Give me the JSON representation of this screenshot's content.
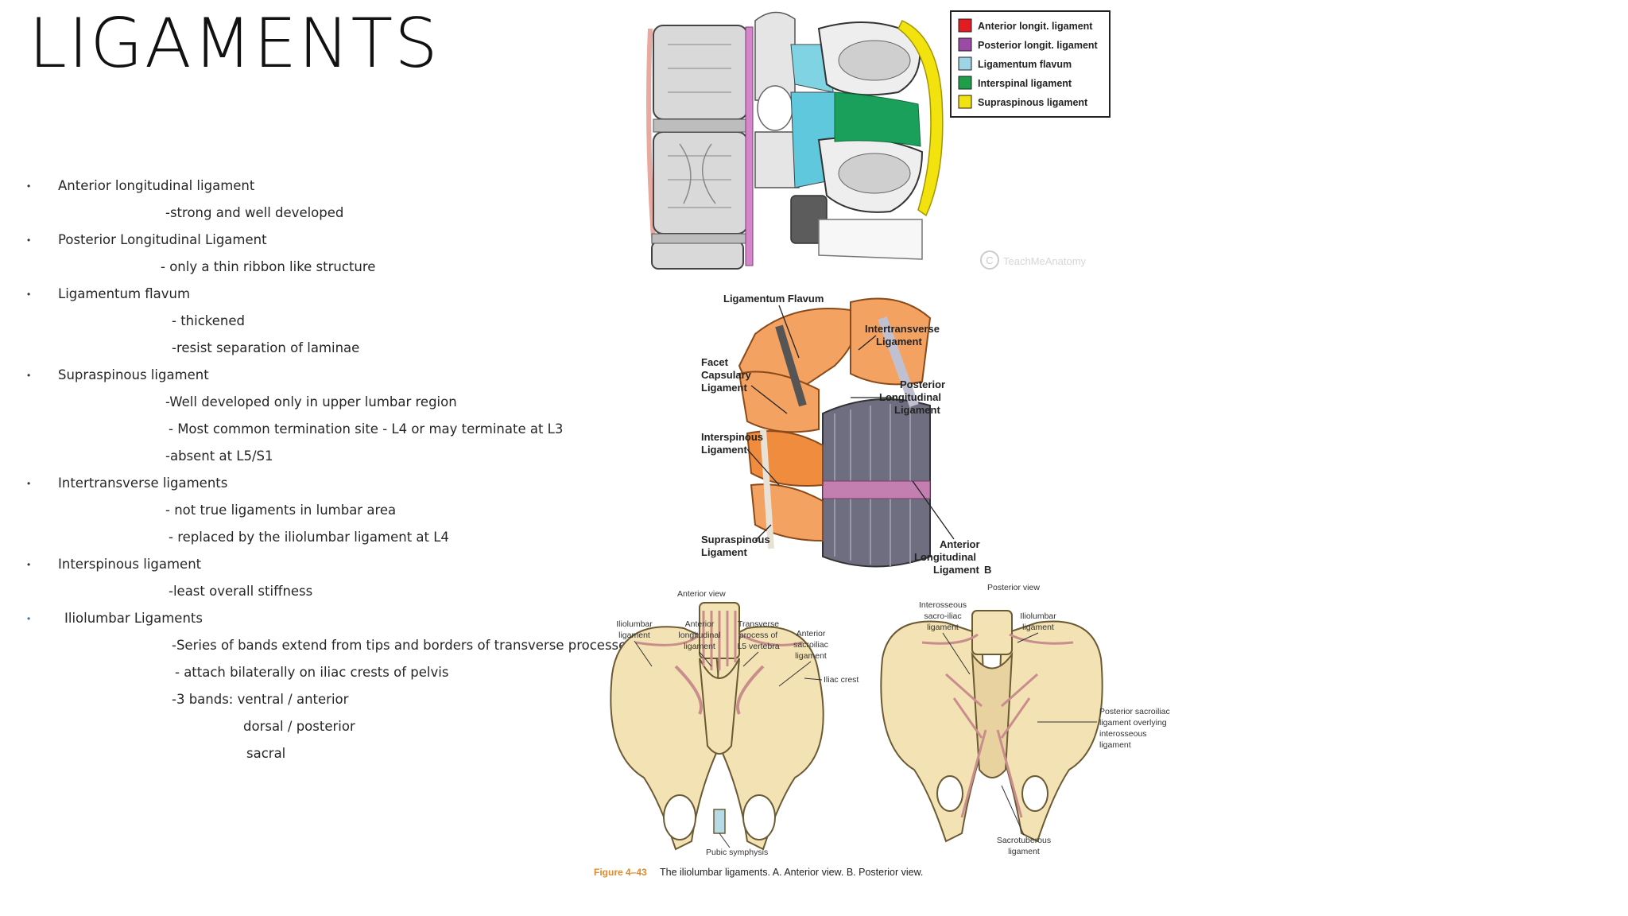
{
  "title": "LIGAMENTS",
  "bullets": [
    {
      "text": "Anterior longitudinal ligament",
      "details": [
        "-strong and well developed"
      ]
    },
    {
      "text": "Posterior Longitudinal Ligament",
      "details": [
        "- only a thin ribbon like structure"
      ]
    },
    {
      "text": "Ligamentum flavum",
      "details": [
        "- thickened",
        "-resist separation of laminae"
      ]
    },
    {
      "text": "Supraspinous ligament",
      "details": [
        "-Well developed only in upper lumbar region",
        "- Most common termination site - L4 or  may terminate at L3",
        "-absent at L5/S1"
      ]
    },
    {
      "text": "Intertransverse ligaments",
      "details": [
        "- not true ligaments in lumbar area",
        "- replaced by the iliolumbar ligament at L4"
      ]
    },
    {
      "text": "Interspinous ligament",
      "details": [
        "-least overall stiffness"
      ]
    },
    {
      "text": "Iliolumbar Ligaments",
      "details": [
        "-Series of bands extend from tips and borders of transverse processes of",
        " - attach bilaterally on iliac crests of pelvis",
        "-3 bands: ventral / anterior",
        "dorsal / posterior",
        "sacral"
      ]
    }
  ],
  "figure1": {
    "legend": [
      {
        "label": "Anterior longit. ligament",
        "color": "#e31b23"
      },
      {
        "label": "Posterior longit. ligament",
        "color": "#9b4aa6"
      },
      {
        "label": "Ligamentum flavum",
        "color": "#9fd3e6"
      },
      {
        "label": "Interspinal ligament",
        "color": "#1f9e4a"
      },
      {
        "label": "Supraspinous ligament",
        "color": "#f2e30f"
      }
    ],
    "watermark": "TeachMeAnatomy"
  },
  "figure2": {
    "labels": {
      "flavum": "Ligamentum Flavum",
      "intertransverse": [
        "Intertransverse",
        "Ligament"
      ],
      "facet": [
        "Facet",
        "Capsulary",
        "Ligament"
      ],
      "posterior": [
        "Posterior",
        "Longitudinal",
        "Ligament"
      ],
      "interspinous": [
        "Interspinous",
        "Ligament"
      ],
      "supraspinous": [
        "Supraspinous",
        "Ligament"
      ],
      "anterior": [
        "Anterior",
        "Longitudinal",
        "Ligament"
      ],
      "b_marker": "B"
    }
  },
  "figure3": {
    "anterior_view": "Anterior view",
    "posterior_view": "Posterior view",
    "labels_a": {
      "iliolumbar": [
        "Iliolumbar",
        "ligament"
      ],
      "anterior_longitudinal": [
        "Anterior",
        "longitudinal",
        "ligament"
      ],
      "transverse_process": [
        "Transverse",
        "process of",
        "L5 vertebra"
      ],
      "anterior_sacroiliac": [
        "Anterior",
        "sacroiliac",
        "ligament"
      ],
      "iliac_crest": "Iliac crest",
      "pubic_symphysis": "Pubic symphysis"
    },
    "labels_b": {
      "interosseous": [
        "Interosseous",
        "sacro-iliac",
        "ligament"
      ],
      "iliolumbar": [
        "Iliolumbar",
        "ligament"
      ],
      "posterior_sacroiliac": [
        "Posterior sacroiliac",
        "ligament overlying",
        "interosseous",
        "ligament"
      ],
      "sacrotuberous": [
        "Sacrotuberous",
        "ligament"
      ]
    },
    "caption_number": "Figure 4–43",
    "caption_text": "The iliolumbar ligaments. A. Anterior view. B. Posterior view.",
    "colors": {
      "bone": "#f2e2b4",
      "ligament": "#d8a6a6",
      "caption": "#e08a2a"
    }
  }
}
